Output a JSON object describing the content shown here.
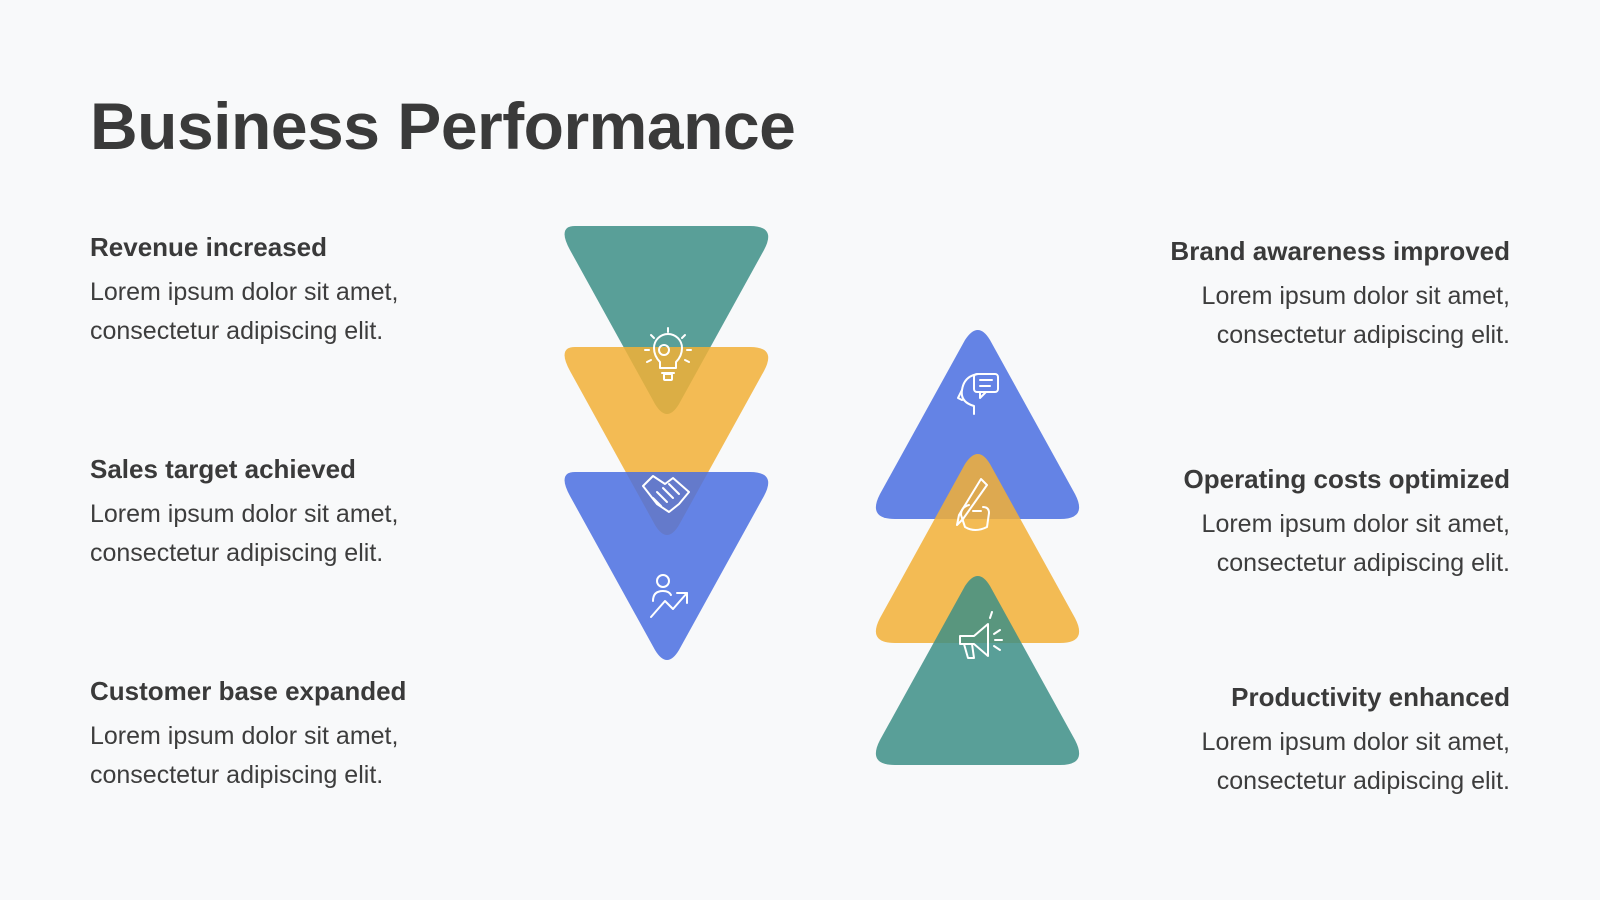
{
  "title": "Business Performance",
  "colors": {
    "teal": "#3d8f86",
    "yellow": "#f2b036",
    "blue": "#4a6fe0"
  },
  "left_items": [
    {
      "heading": "Revenue increased",
      "line1": "Lorem ipsum dolor sit amet,",
      "line2": "consectetur adipiscing elit."
    },
    {
      "heading": "Sales target achieved",
      "line1": "Lorem ipsum dolor sit amet,",
      "line2": "consectetur adipiscing elit."
    },
    {
      "heading": "Customer base expanded",
      "line1": "Lorem ipsum dolor sit amet,",
      "line2": "consectetur adipiscing elit."
    }
  ],
  "right_items": [
    {
      "heading": "Brand awareness improved",
      "line1": "Lorem ipsum dolor sit amet,",
      "line2": "consectetur adipiscing elit."
    },
    {
      "heading": "Operating costs optimized",
      "line1": "Lorem ipsum dolor sit amet,",
      "line2": "consectetur adipiscing elit."
    },
    {
      "heading": "Productivity enhanced",
      "line1": "Lorem ipsum dolor sit amet,",
      "line2": "consectetur adipiscing elit."
    }
  ],
  "icons": [
    "lightbulb-gear-icon",
    "handshake-icon",
    "person-growth-icon",
    "head-chat-icon",
    "hand-pen-icon",
    "megaphone-icon"
  ]
}
